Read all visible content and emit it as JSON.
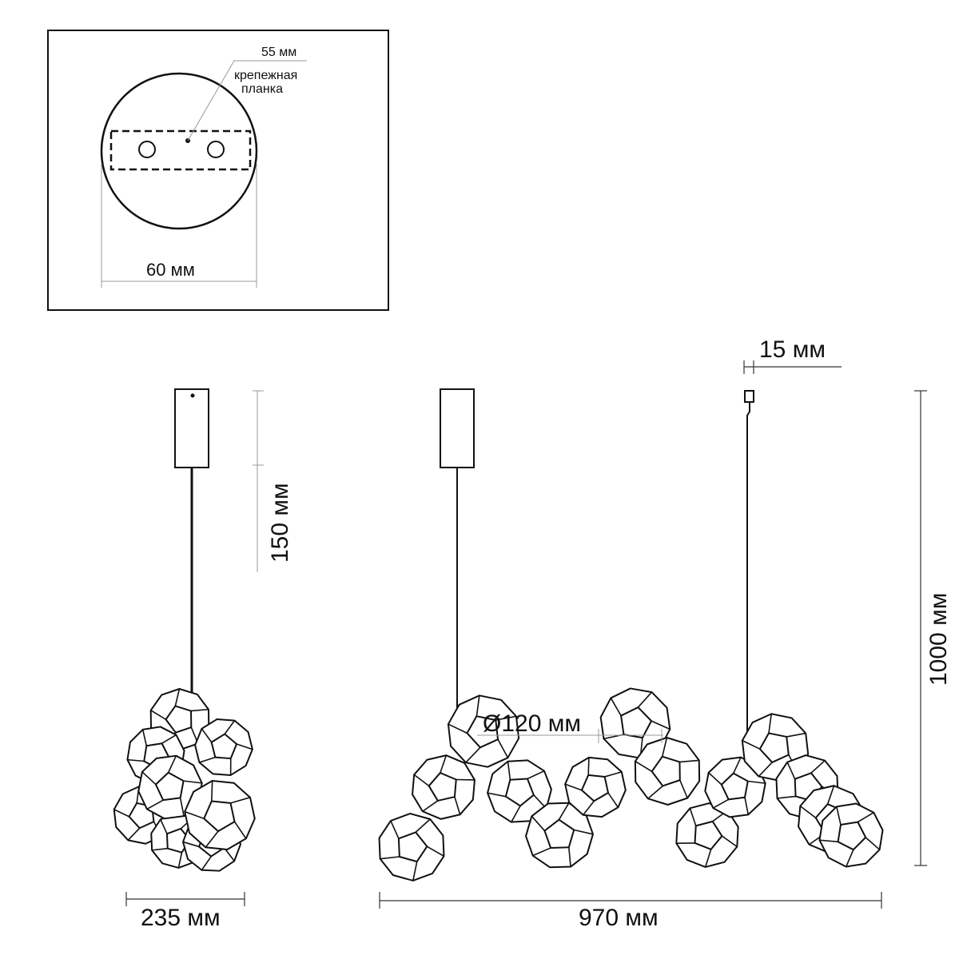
{
  "inset": {
    "plate_depth_label": "55 мм",
    "plate_name_line1": "крепежная",
    "plate_name_line2": "планка",
    "canopy_diameter_label": "60 мм"
  },
  "side_view": {
    "drop_label": "150 мм",
    "width_label": "235 мм"
  },
  "front_view": {
    "ball_diameter_label": "Ø120 мм",
    "mount_width_label": "15 мм",
    "total_height_label": "1000 мм",
    "total_length_label": "970 мм"
  }
}
